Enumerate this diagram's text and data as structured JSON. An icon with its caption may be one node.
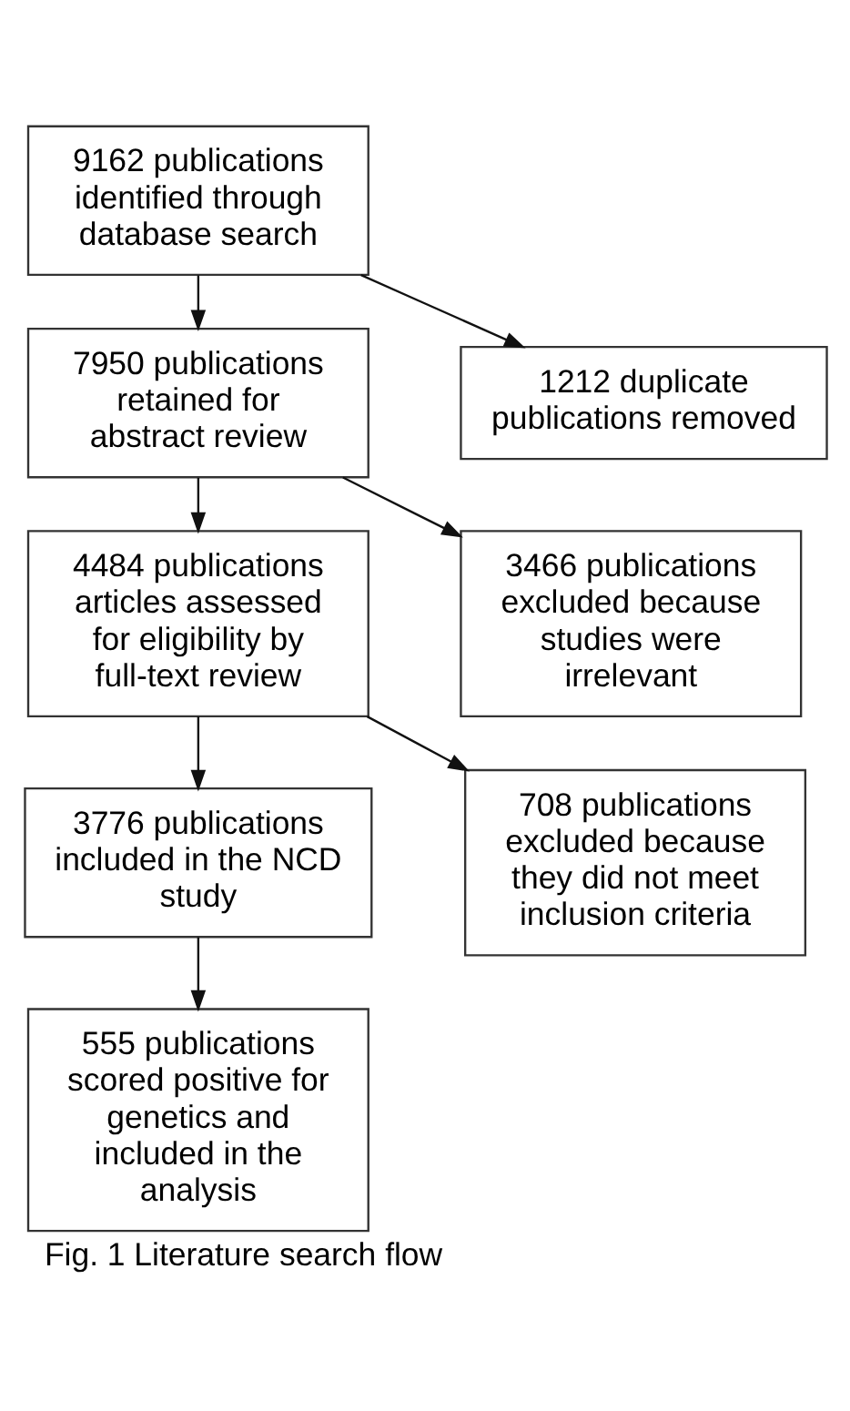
{
  "diagram": {
    "caption": "Fig. 1 Literature search flow",
    "nodes": [
      {
        "text": [
          "9162 publications identified through database search"
        ]
      },
      {
        "text": [
          "1212 duplicate publications removed"
        ]
      },
      {
        "text": [
          "7950 publications retained for abstract review"
        ]
      },
      {
        "text": [
          "3466 publications excluded because studies were irrelevant"
        ]
      },
      {
        "text": [
          "4484 publications articles assessed for eligibility by full-text review"
        ]
      },
      {
        "text": [
          "708 publications excluded because they did not meet inclusion criteria"
        ]
      },
      {
        "text": [
          "3776 publications included in the NCD study"
        ]
      },
      {
        "text": [
          "555 publications scored positive for genetics and included in the analysis"
        ]
      }
    ],
    "edges": [
      {
        "from": 0,
        "to": 2,
        "arrow": "to"
      },
      {
        "from": 0,
        "to": 1,
        "arrow": "to"
      },
      {
        "from": 2,
        "to": 4,
        "arrow": "to"
      },
      {
        "from": 2,
        "to": 3,
        "arrow": "to"
      },
      {
        "from": 4,
        "to": 6,
        "arrow": "to"
      },
      {
        "from": 4,
        "to": 5,
        "arrow": "to"
      },
      {
        "from": 6,
        "to": 7,
        "arrow": "to"
      }
    ]
  }
}
